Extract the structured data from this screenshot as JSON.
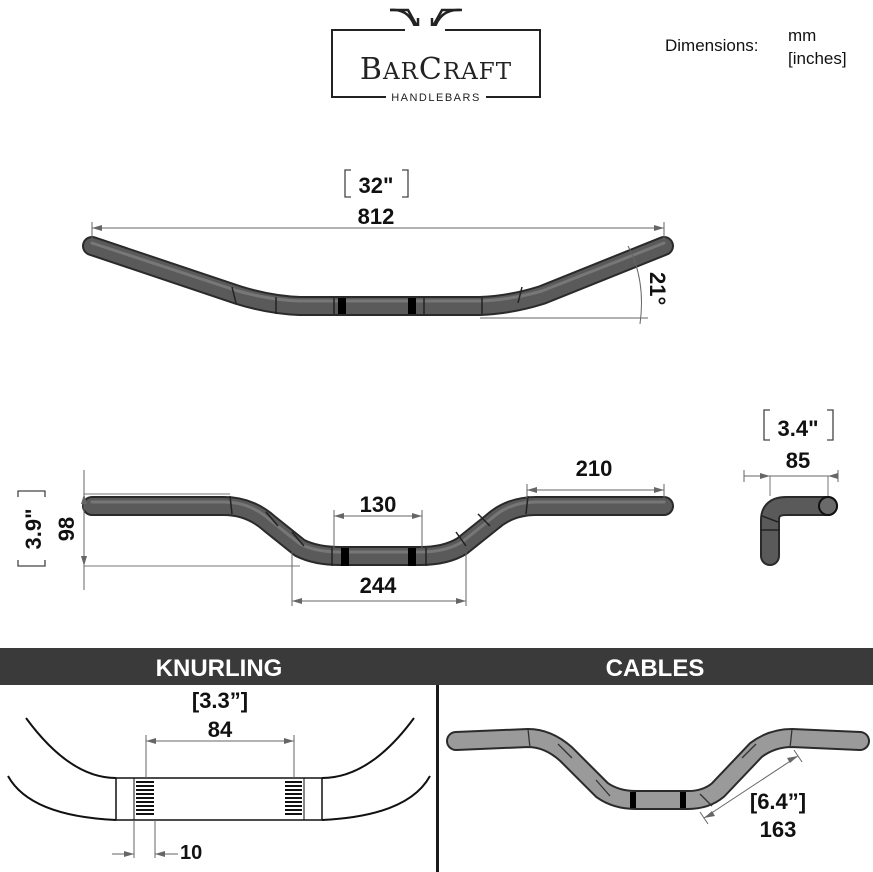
{
  "logo": {
    "brand_prefix": "B",
    "brand_small1": "AR",
    "brand_mid": "C",
    "brand_small2": "RAFT",
    "tagline": "HANDLEBARS"
  },
  "legend": {
    "label": "Dimensions:",
    "unit_primary": "mm",
    "unit_secondary": "[inches]"
  },
  "top_view": {
    "width_in": "32\"",
    "width_mm": "812",
    "angle": "21°"
  },
  "front_view": {
    "rise_in": "3.9\"",
    "rise_mm": "98",
    "center_width_mm": "130",
    "bottom_width_mm": "244",
    "end_length_mm": "210"
  },
  "side_view": {
    "pullback_in": "3.4\"",
    "pullback_mm": "85"
  },
  "sections": {
    "knurling_title": "KNURLING",
    "cables_title": "CABLES"
  },
  "knurling": {
    "spacing_in": "[3.3”]",
    "spacing_mm": "84",
    "knurl_width_mm": "10"
  },
  "cables": {
    "length_in": "[6.4”]",
    "length_mm": "163"
  },
  "colors": {
    "bar_fill": "#5a5a5a",
    "bar_light": "#9a9a9a",
    "band": "#3a3a3a"
  }
}
